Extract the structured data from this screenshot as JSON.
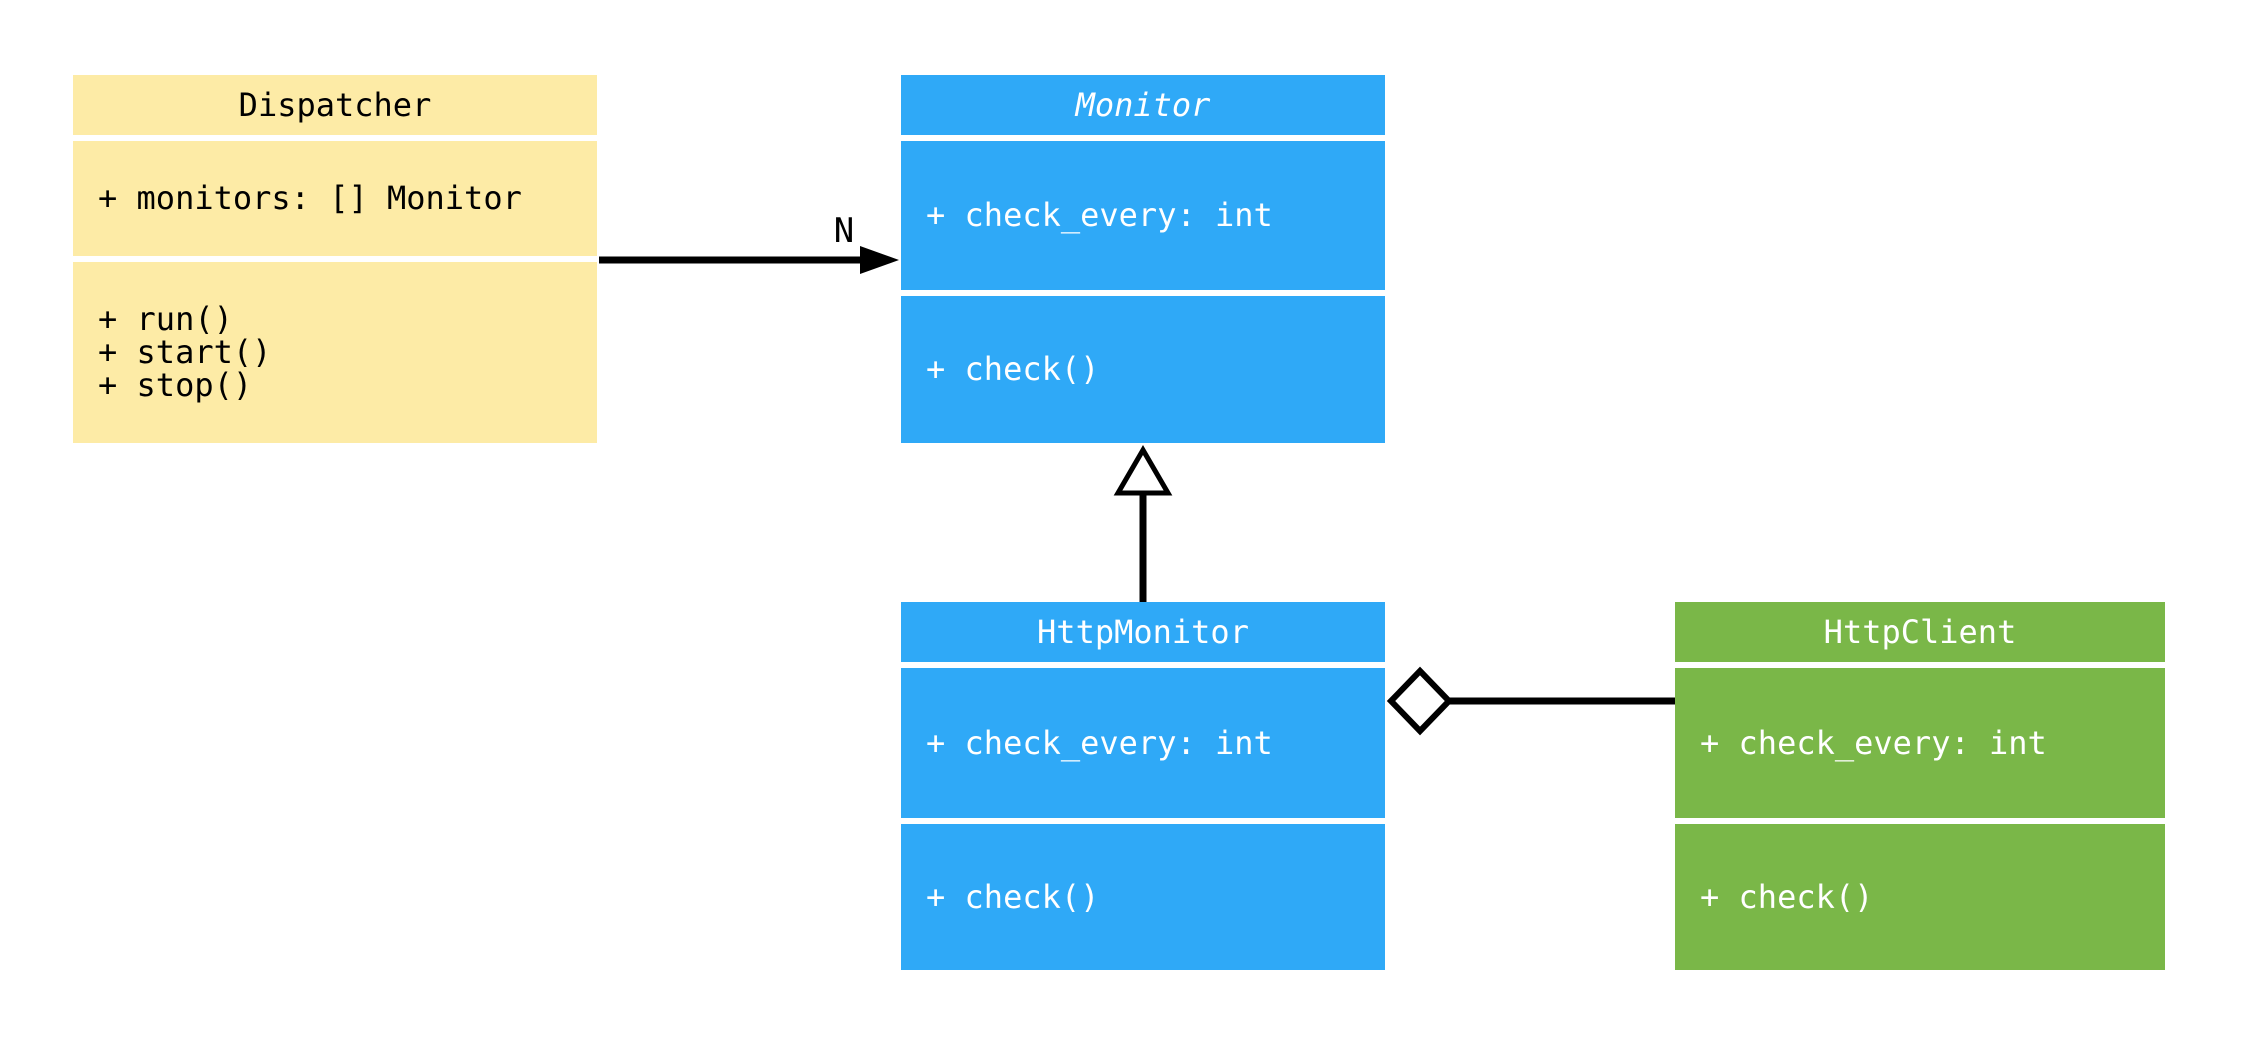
{
  "diagram": {
    "type": "uml-class-diagram",
    "background": "#ffffff"
  },
  "colors": {
    "dispatcher_fill": "#FDEBA6",
    "monitor_fill": "#2FA9F7",
    "http_monitor_fill": "#2FA9F7",
    "http_client_fill": "#7AB748",
    "connector_line": "#000000",
    "text_on_yellow": "#000000",
    "text_on_blue": "#ffffff",
    "text_on_green": "#ffffff"
  },
  "classes": {
    "dispatcher": {
      "name": "Dispatcher",
      "title_italic": false,
      "attributes": [
        "+ monitors: [] Monitor"
      ],
      "methods": [
        "+ run()",
        "+ start()",
        "+ stop()"
      ]
    },
    "monitor": {
      "name": "Monitor",
      "title_italic": true,
      "attributes": [
        "+ check_every: int"
      ],
      "methods": [
        "+ check()"
      ]
    },
    "http_monitor": {
      "name": "HttpMonitor",
      "title_italic": false,
      "attributes": [
        "+ check_every: int"
      ],
      "methods": [
        "+ check()"
      ]
    },
    "http_client": {
      "name": "HttpClient",
      "title_italic": false,
      "attributes": [
        "+ check_every: int"
      ],
      "methods": [
        "+ check()"
      ]
    }
  },
  "connectors": {
    "association": {
      "type": "directed-association",
      "from": "Dispatcher",
      "to": "Monitor",
      "label": "N"
    },
    "generalization": {
      "type": "inheritance",
      "from": "HttpMonitor",
      "to": "Monitor"
    },
    "aggregation": {
      "type": "aggregation",
      "from": "HttpMonitor",
      "to": "HttpClient"
    }
  }
}
